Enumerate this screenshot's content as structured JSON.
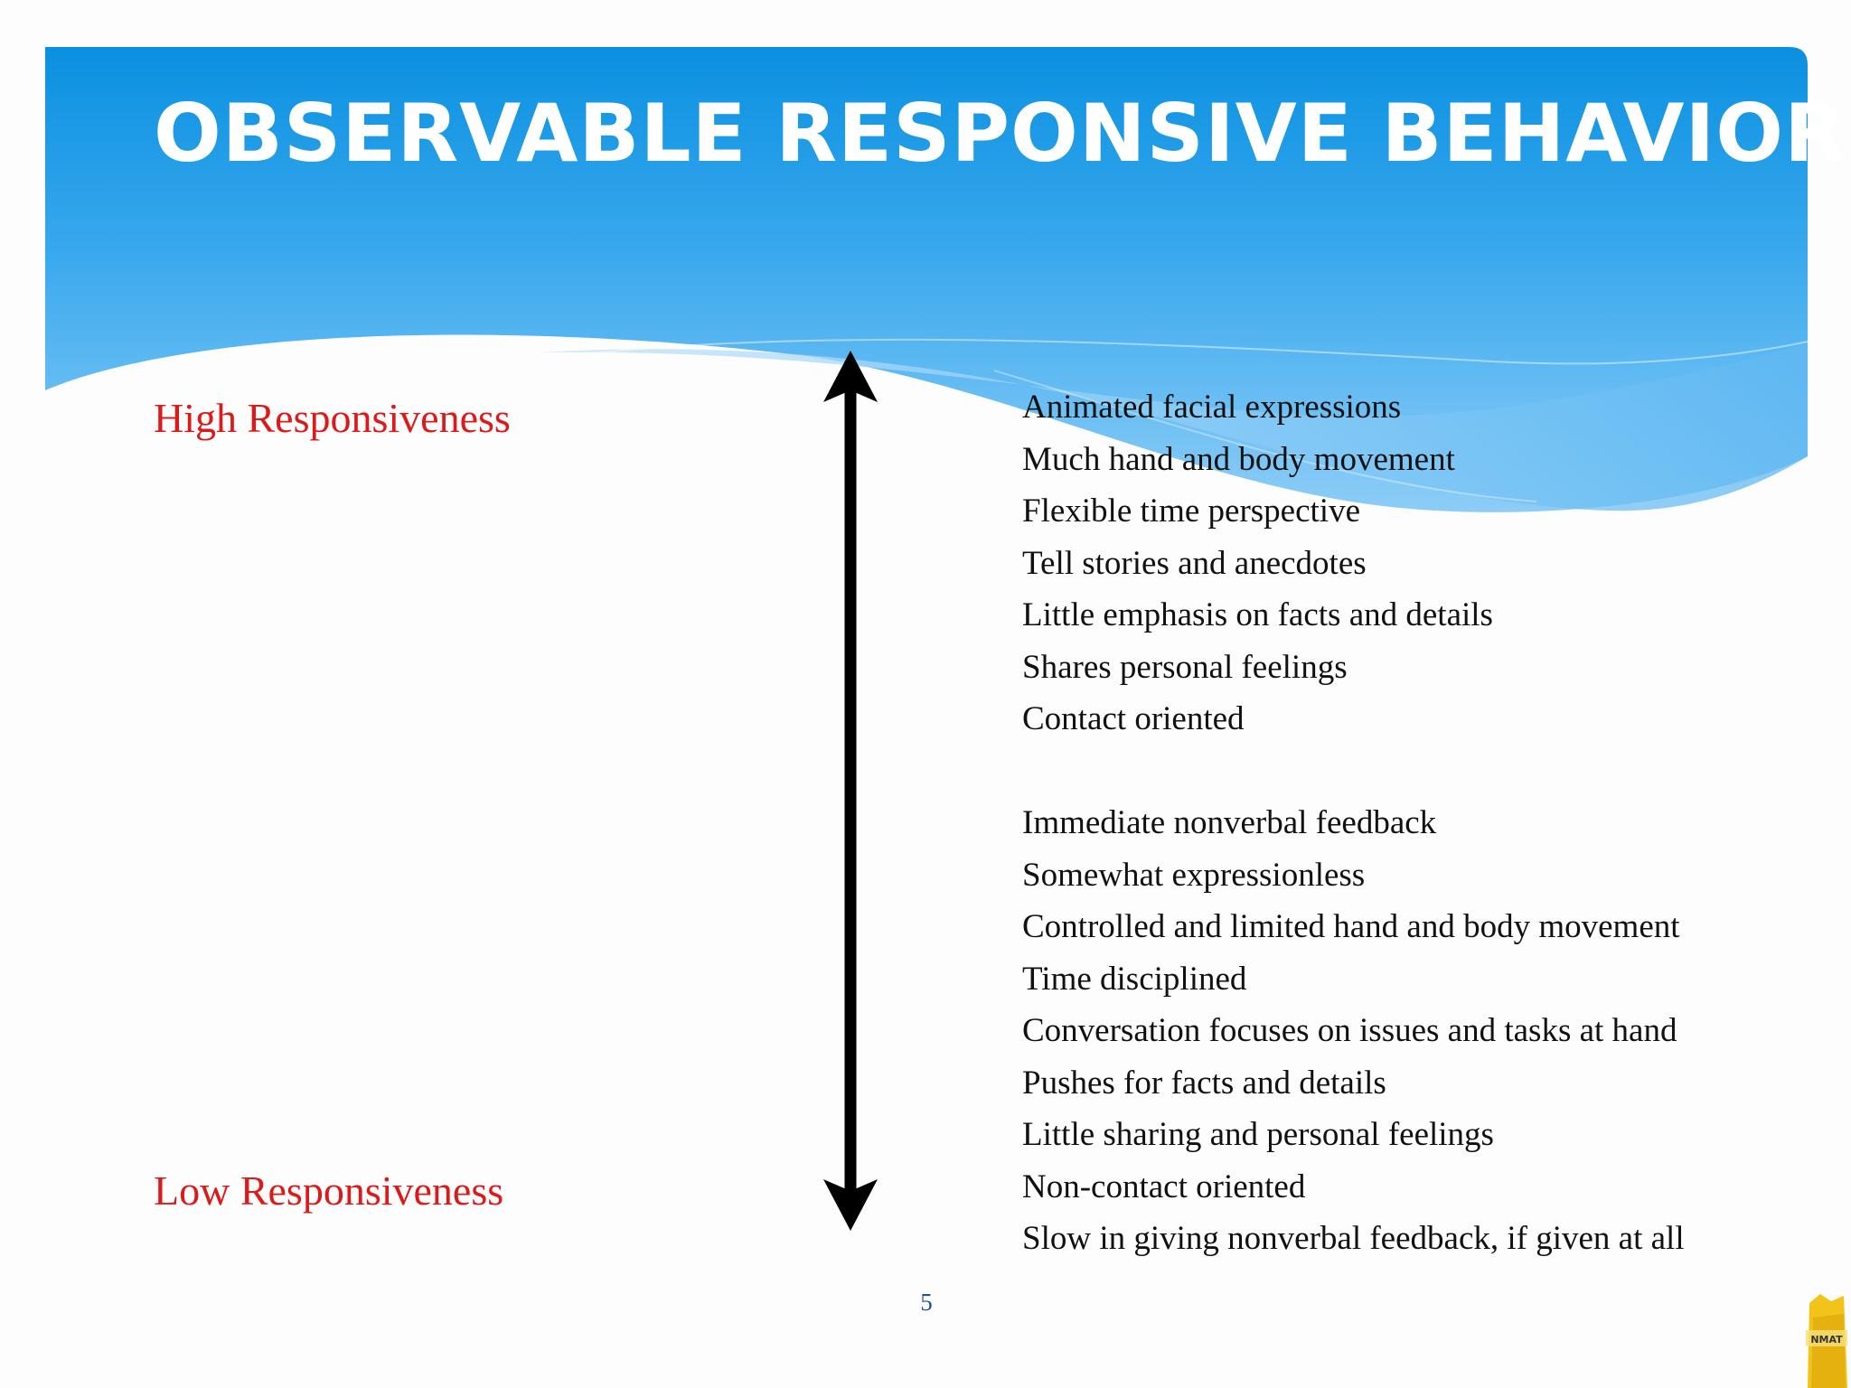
{
  "slide": {
    "title": "OBSERVABLE RESPONSIVE BEHAVIORS",
    "page_number": "5",
    "accent_color": "#dd1a1a",
    "header_color": "#1a9be6"
  },
  "scale": {
    "high_label": "High Responsiveness",
    "low_label": "Low Responsiveness"
  },
  "behaviors": {
    "high": [
      "Animated facial expressions",
      "Much hand and body movement",
      "Flexible time perspective",
      "Tell stories and anecdotes",
      "Little emphasis on facts and details",
      "Shares personal feelings",
      "Contact oriented"
    ],
    "low": [
      "Immediate nonverbal feedback",
      "Somewhat expressionless",
      "Controlled and limited hand and body movement",
      "Time disciplined",
      "Conversation focuses on issues and tasks at hand",
      "Pushes for facts and details",
      "Little sharing and personal feelings",
      "Non-contact oriented",
      "Slow in giving nonverbal feedback, if given at all"
    ]
  },
  "logo": {
    "text": "NMAT"
  }
}
